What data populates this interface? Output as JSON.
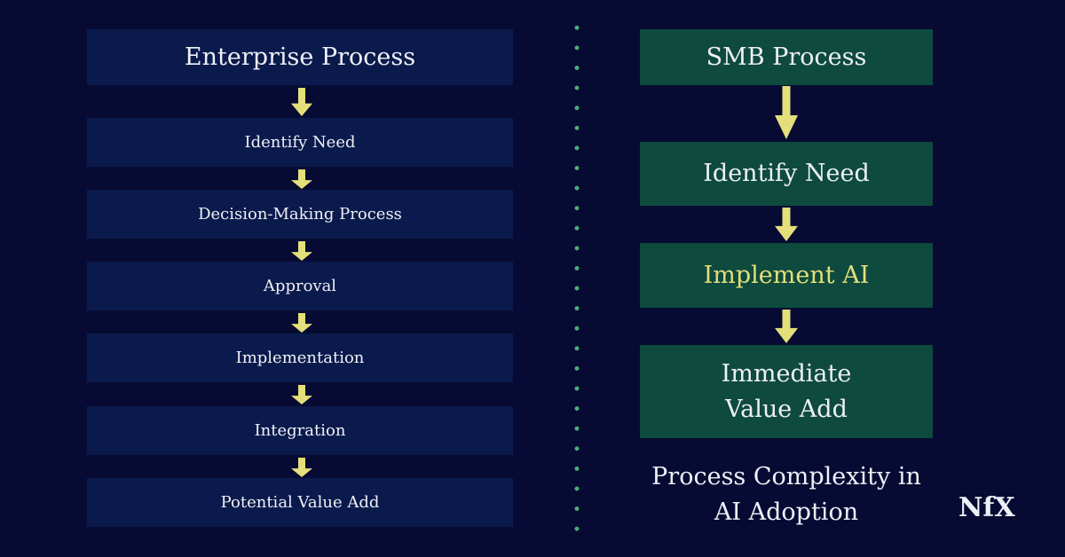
{
  "enterprise": {
    "title": "Enterprise Process",
    "steps": [
      "Identify Need",
      "Decision-Making Process",
      "Approval",
      "Implementation",
      "Integration",
      "Potential Value Add"
    ]
  },
  "smb": {
    "title": "SMB Process",
    "steps": [
      "Identify Need",
      "Implement AI",
      "Immediate Value Add"
    ]
  },
  "caption": "Process Complexity in AI Adoption",
  "logo": "NfX",
  "colors": {
    "background": "#070b33",
    "enterprise_box": "#0b1a4c",
    "smb_box": "#0e4a3d",
    "arrow": "#e4df7a",
    "highlight_text": "#e4df7a",
    "divider": "#4fae78"
  }
}
